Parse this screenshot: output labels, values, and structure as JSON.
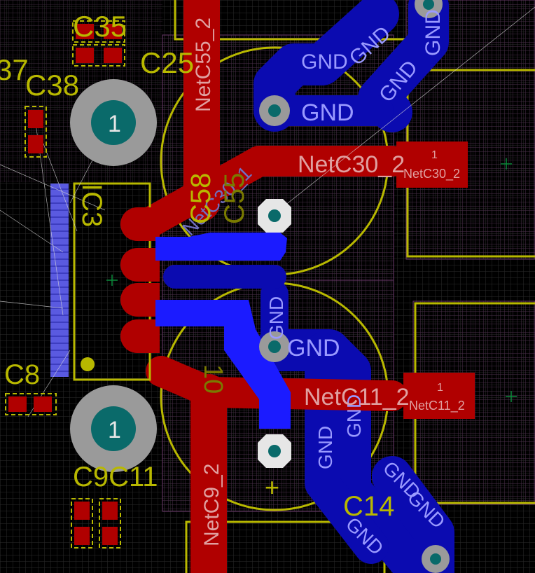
{
  "colors": {
    "background": "#000000",
    "grid": "#2a2a2a",
    "top_copper": "#b00000",
    "bottom_copper": "#0b0bb0",
    "selected_trace": "#1b1bff",
    "silkscreen": "#b8b800",
    "courtyard": "#6b3a6b",
    "pad_gray": "#9a9a9a",
    "drill": "#0a6a6a",
    "ratsnest": "#d8d8d8",
    "net_label": "#9a9aff"
  },
  "net_labels": {
    "gnd_top_1": "GND",
    "gnd_top_2": "GND",
    "gnd_top_3": "GND",
    "gnd_top_4": "GND",
    "gnd_mid": "GND",
    "gnd_lower_1": "GND",
    "gnd_lower_2": "GND",
    "gnd_lower_3": "GND",
    "gnd_lower_4": "GND",
    "gnd_bottom_1": "GND",
    "gnd_bottom_2": "GND",
    "gnd_bottom_3": "GND",
    "netc30_trace": "NetC30_2",
    "netc11_trace": "NetC11_2",
    "netc55_trace": "NetC55_2",
    "netc9_trace": "NetC9_2",
    "netc30_pad_num": "1",
    "netc30_pad_net": "NetC30_2",
    "netc11_pad_num": "1",
    "netc11_pad_net": "NetC11_2",
    "netc30_diag": "NetC30_1"
  },
  "refdes": {
    "c35": "C35",
    "c25": "C25",
    "c37": "37",
    "c38": "C38",
    "ic3": "IC3",
    "c58": "C58",
    "c55_partial": "C55",
    "c8": "C8",
    "c9_c11": "C9C11",
    "c14": "C14",
    "c10_partial": "10",
    "mount_pad_top": "1",
    "mount_pad_bottom": "1",
    "plus_sign": "+"
  }
}
